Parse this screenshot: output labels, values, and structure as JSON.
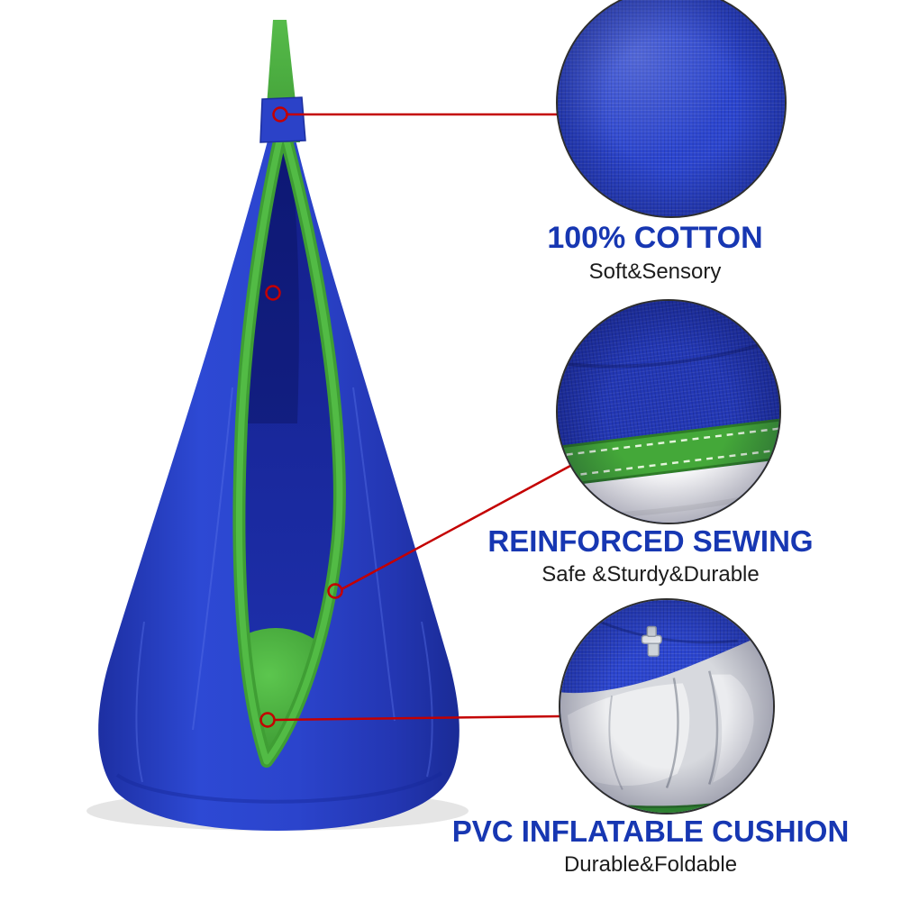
{
  "graphic": {
    "type": "product feature infographic",
    "background": "#ffffff",
    "product_label": "blue hanging pod swing chair with green trim and inflatable seat cushion"
  },
  "product": {
    "colors": {
      "pod_blue": "#2b44cc",
      "interior_blue": "#1a2aa6",
      "trim_green": "#45a939",
      "cushion_green": "#46b339",
      "strap_green": "#4aad3e",
      "pvc_gray": "#d7d9de"
    }
  },
  "callouts": {
    "marker_color": "#c40000",
    "title_color": "#1737b2",
    "subtitle_color": "#1c1c1c",
    "features": [
      {
        "title": "100% COTTON",
        "subtitle": "Soft&Sensory"
      },
      {
        "title": "REINFORCED SEWING",
        "subtitle": "Safe &Sturdy&Durable"
      },
      {
        "title": "PVC INFLATABLE CUSHION",
        "subtitle": "Durable&Foldable"
      }
    ]
  }
}
